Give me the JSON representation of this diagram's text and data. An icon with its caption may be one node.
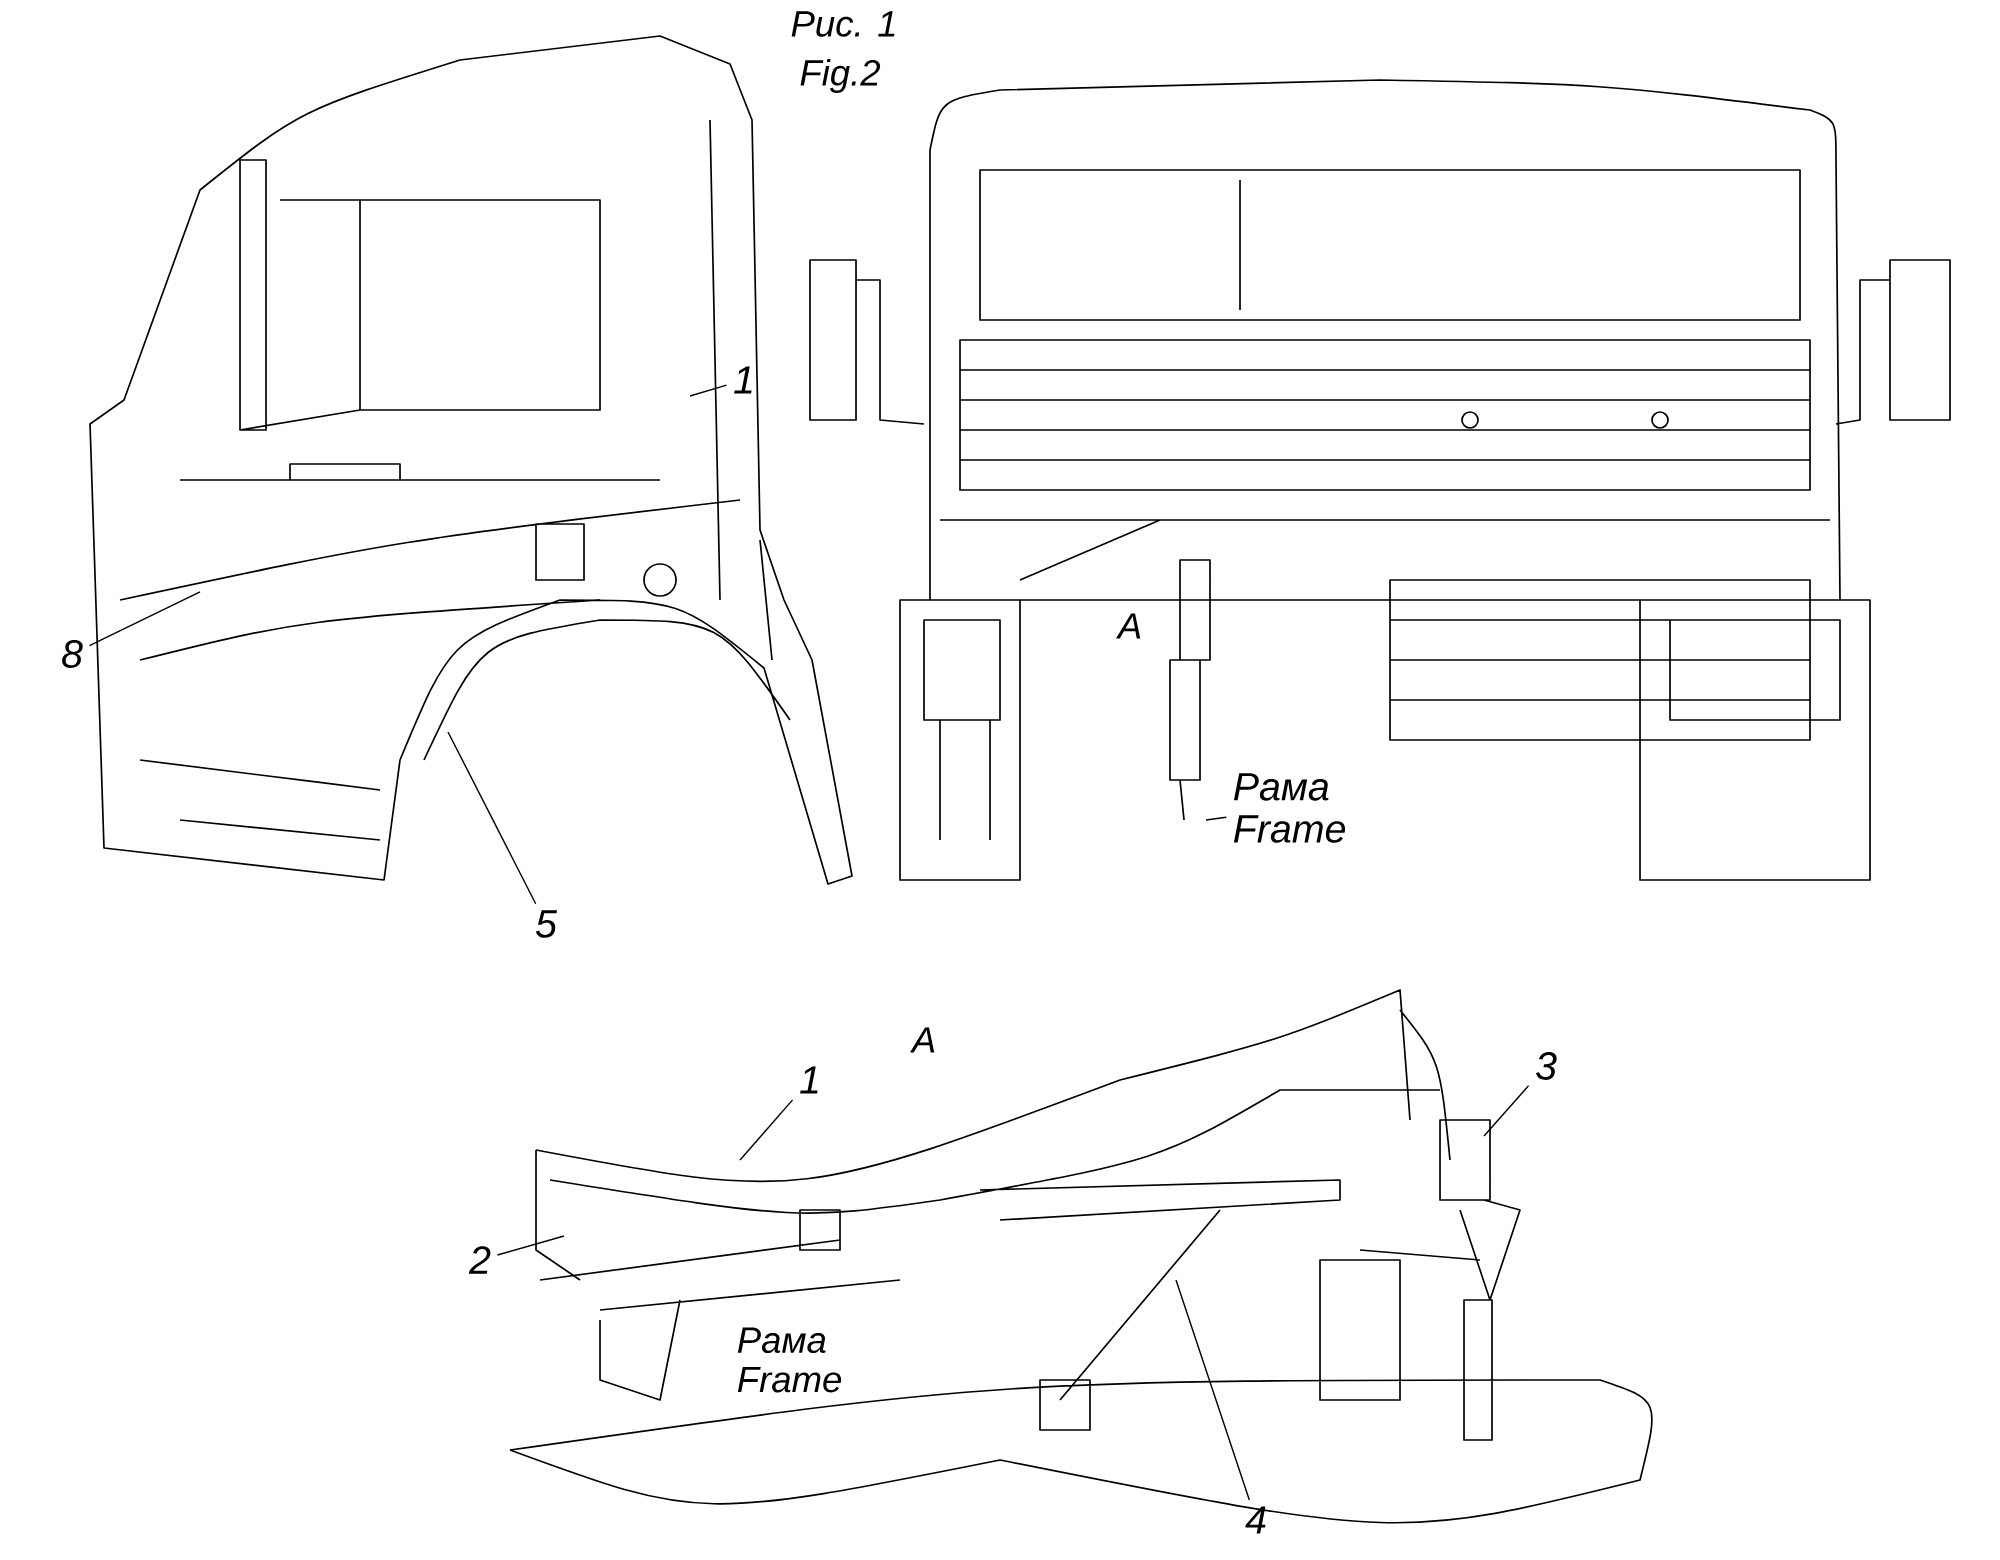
{
  "diagram": {
    "nodes": [
      {
        "text": [
          "1"
        ]
      },
      {
        "text": [
          "8"
        ]
      },
      {
        "text": [
          "5"
        ]
      },
      {
        "text": [
          "Рама Frame"
        ]
      },
      {
        "text": [
          "1"
        ]
      },
      {
        "text": [
          "2"
        ]
      },
      {
        "text": [
          "3"
        ]
      },
      {
        "text": [
          "4"
        ]
      }
    ],
    "edges": [
      {
        "from": 0,
        "to": null,
        "arrow": "none"
      },
      {
        "from": 1,
        "to": null,
        "arrow": "none"
      },
      {
        "from": 2,
        "to": null,
        "arrow": "none"
      },
      {
        "from": 3,
        "to": null,
        "arrow": "none"
      },
      {
        "from": 4,
        "to": null,
        "arrow": "none"
      },
      {
        "from": 5,
        "to": null,
        "arrow": "none"
      },
      {
        "from": 6,
        "to": null,
        "arrow": "none"
      },
      {
        "from": 7,
        "to": null,
        "arrow": "none"
      }
    ],
    "labels": [
      "Рис. 1",
      "Fig.2",
      "A",
      "A",
      "Рама Frame"
    ]
  }
}
